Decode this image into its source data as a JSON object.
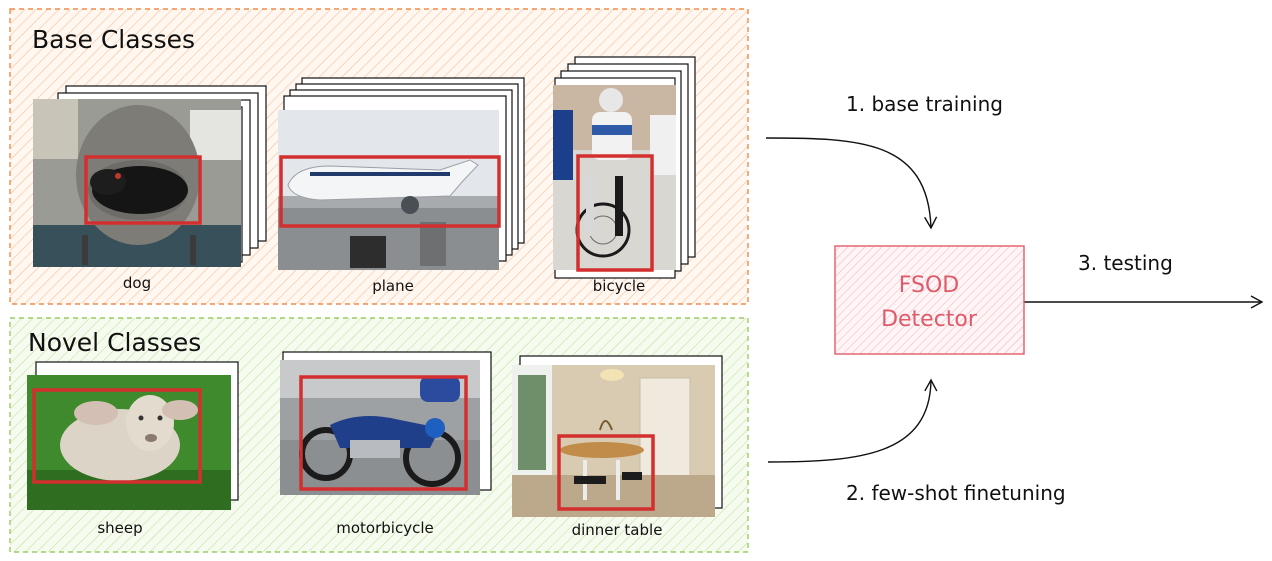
{
  "base_panel": {
    "title": "Base Classes",
    "items": [
      {
        "label": "dog"
      },
      {
        "label": "plane"
      },
      {
        "label": "bicycle"
      }
    ]
  },
  "novel_panel": {
    "title": "Novel Classes",
    "items": [
      {
        "label": "sheep"
      },
      {
        "label": "motorbicycle"
      },
      {
        "label": "dinner table"
      }
    ]
  },
  "detector": {
    "line1": "FSOD",
    "line2": "Detector"
  },
  "steps": {
    "step1": "1. base training",
    "step2": "2. few-shot finetuning",
    "step3": "3. testing"
  },
  "colors": {
    "base_hatch": "#f08c4a",
    "novel_hatch": "#9ccc65",
    "detector": "#e05a6a",
    "bbox": "#d32f2f"
  }
}
